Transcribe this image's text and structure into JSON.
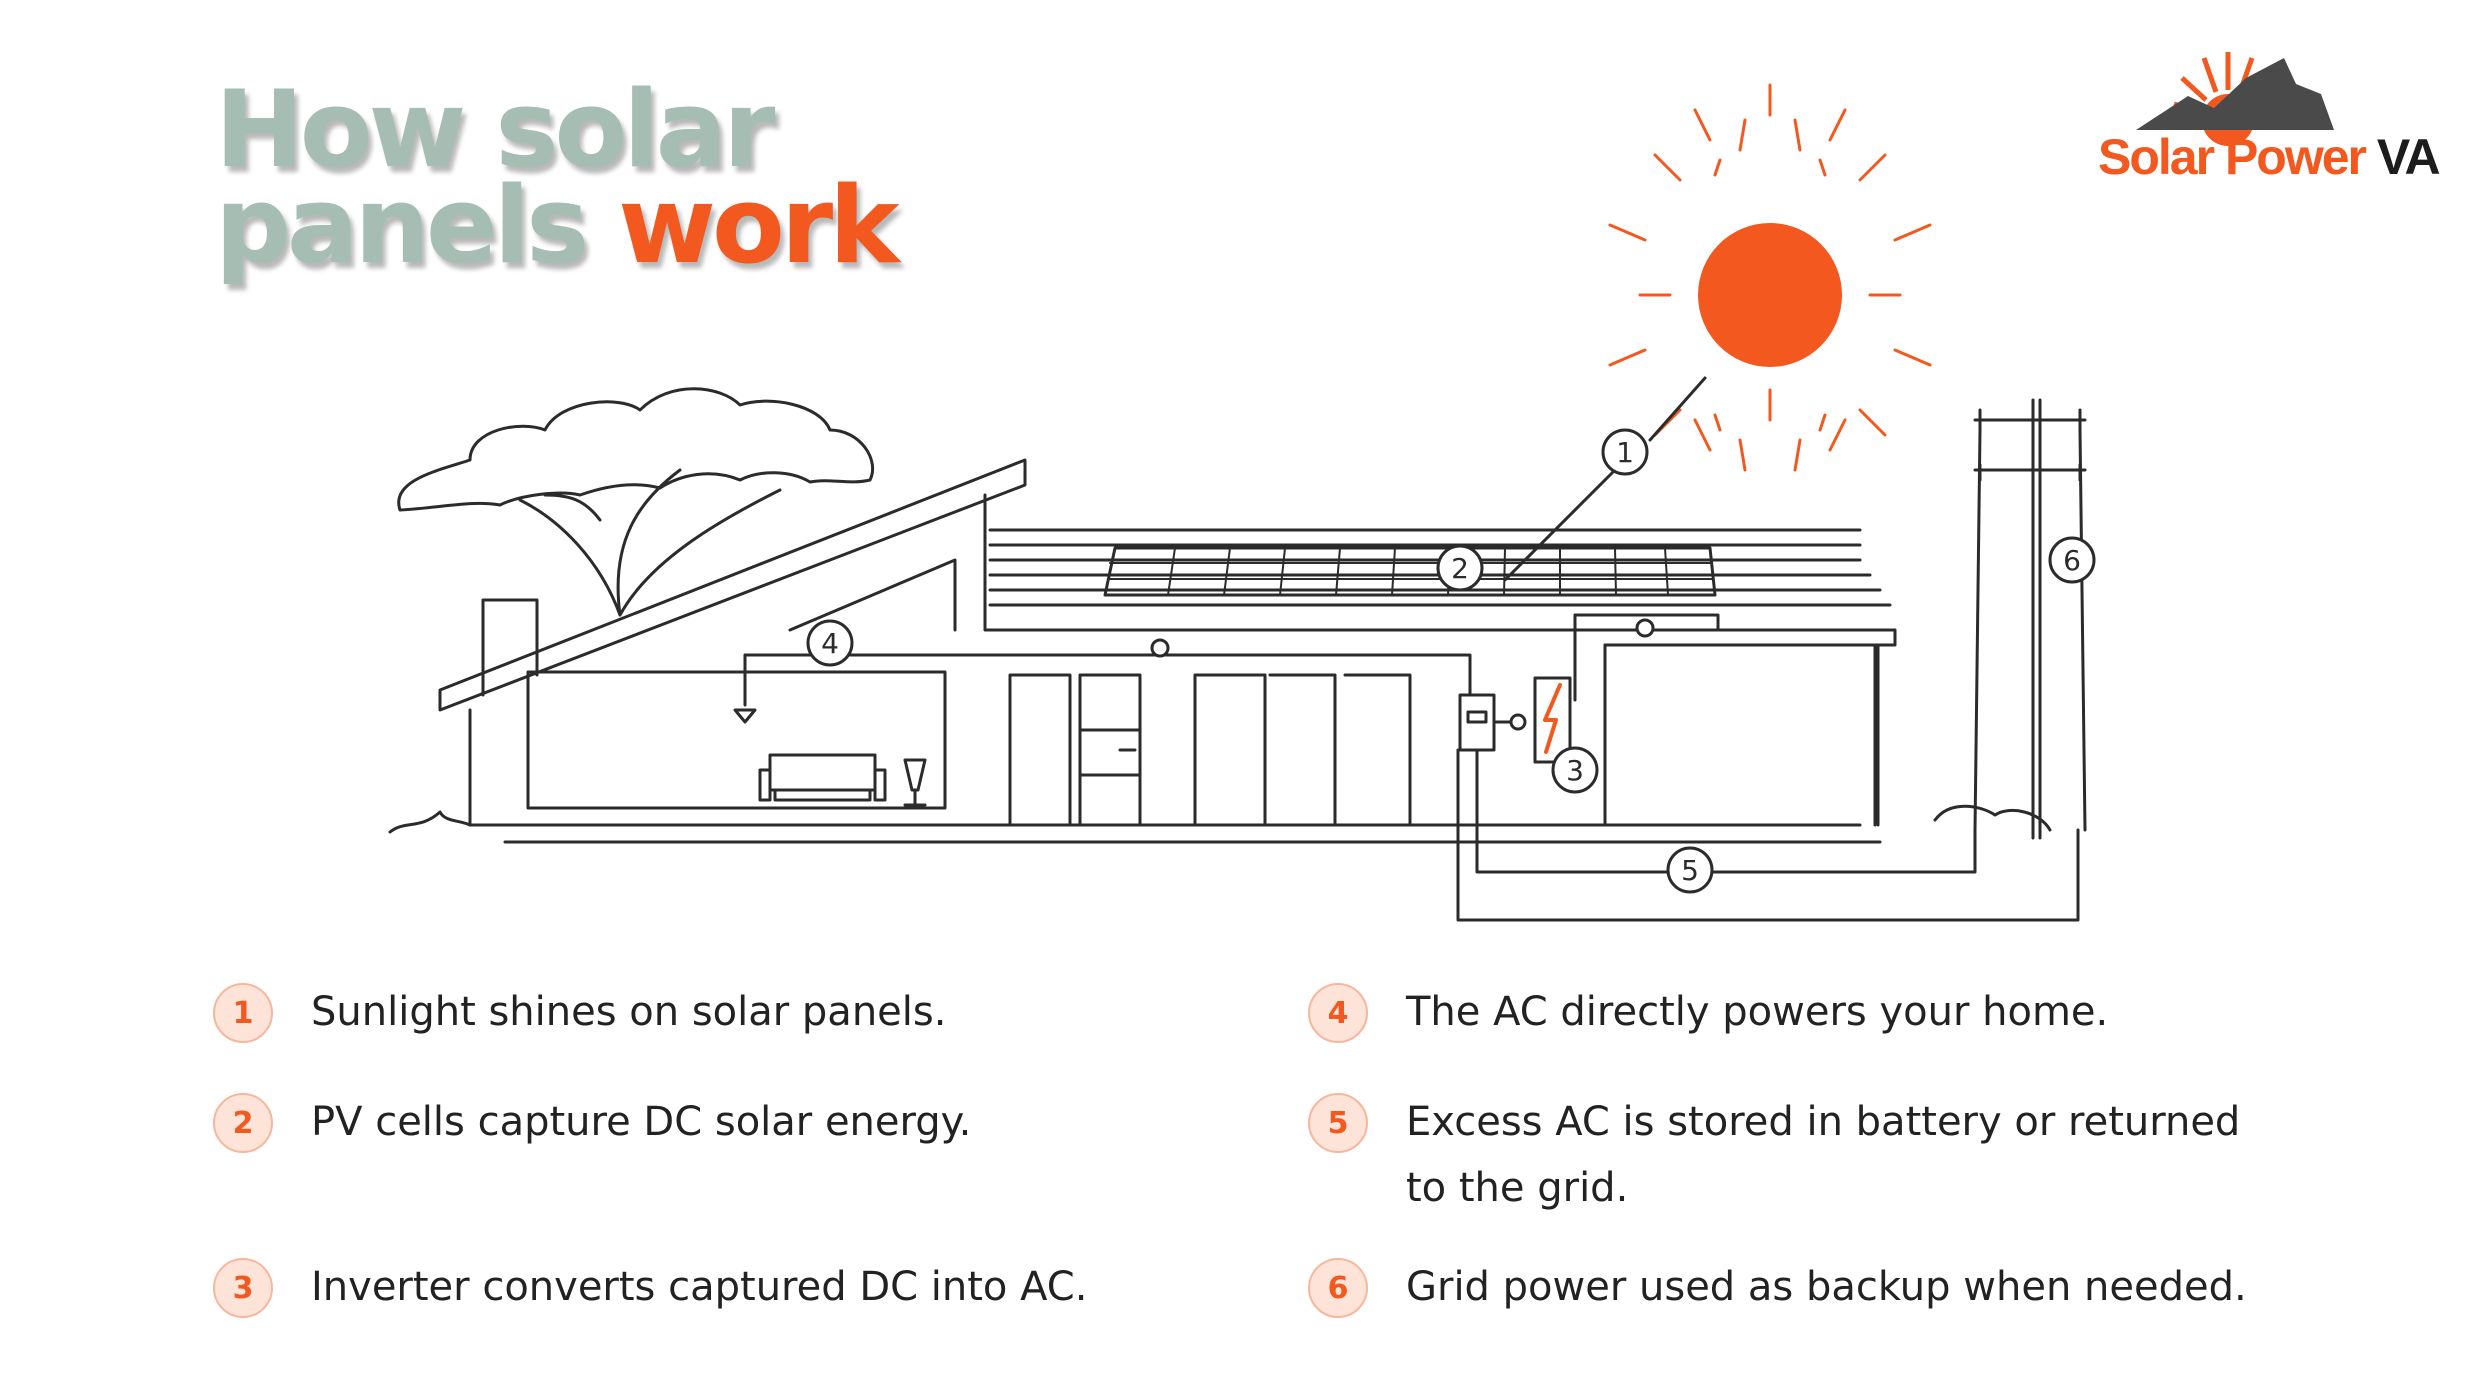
{
  "title": {
    "line1": "How solar",
    "line2_prefix": "panels ",
    "line2_accent": "work"
  },
  "brand": {
    "name_orange": "Solar Power ",
    "name_dark": "VA"
  },
  "colors": {
    "accent": "#f3581f",
    "title": "#a5bdb3",
    "badge_bg": "#fde3d8",
    "line": "#2b2b2b"
  },
  "callouts": [
    "1",
    "2",
    "3",
    "4",
    "5",
    "6"
  ],
  "steps": [
    {
      "num": "1",
      "text": "Sunlight shines on solar panels."
    },
    {
      "num": "2",
      "text": "PV cells capture DC solar energy."
    },
    {
      "num": "3",
      "text": "Inverter converts captured DC into AC."
    },
    {
      "num": "4",
      "text": "The AC directly powers your home."
    },
    {
      "num": "5",
      "text": "Excess AC is stored in battery or returned to the grid."
    },
    {
      "num": "6",
      "text": "Grid power used as backup when needed."
    }
  ]
}
